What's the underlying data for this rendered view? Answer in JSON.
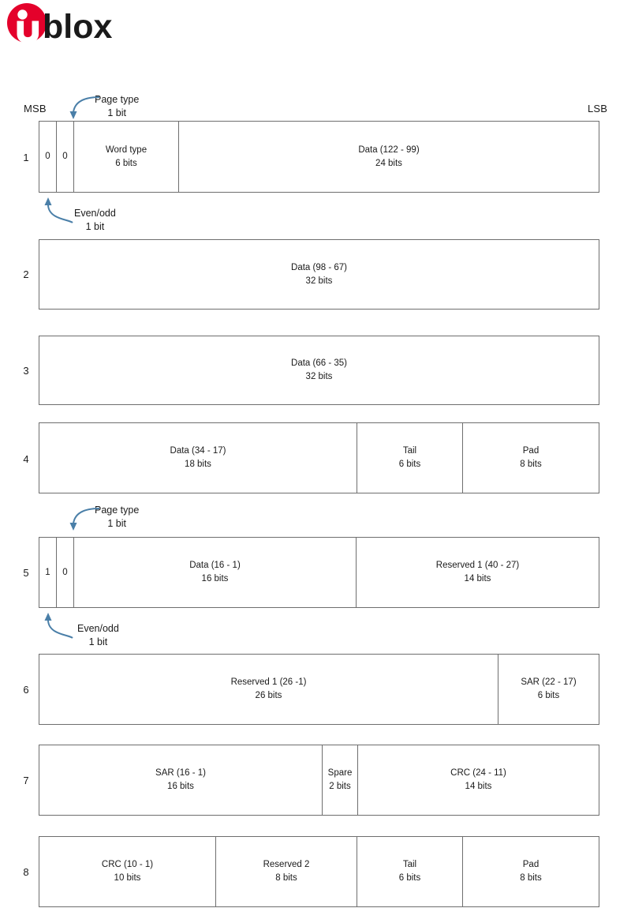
{
  "brand": {
    "name": "u-blox",
    "logo_mark_text": "u",
    "logo_word_text": "blox",
    "red": "#E4012B",
    "black": "#1A1A1A"
  },
  "diagram": {
    "title": "",
    "msb_label": "MSB",
    "lsb_label": "LSB",
    "border_color": "#6E6E6E",
    "arrow_color": "#4A7FA8",
    "callouts": [
      {
        "name": "page-type-top",
        "line1": "Page type",
        "line2": "1 bit"
      },
      {
        "name": "even-odd-top",
        "line1": "Even/odd",
        "line2": "1 bit"
      },
      {
        "name": "page-type-bottom",
        "line1": "Page type",
        "line2": "1 bit"
      },
      {
        "name": "even-odd-bottom",
        "line1": "Even/odd",
        "line2": "1 bit"
      }
    ],
    "rows": [
      {
        "index": "1",
        "cells": [
          {
            "l1": "0",
            "l2": ""
          },
          {
            "l1": "0",
            "l2": ""
          },
          {
            "l1": "Word type",
            "l2": "6 bits"
          },
          {
            "l1": "Data (122 - 99)",
            "l2": "24 bits"
          }
        ]
      },
      {
        "index": "2",
        "cells": [
          {
            "l1": "Data (98 - 67)",
            "l2": "32 bits"
          }
        ]
      },
      {
        "index": "3",
        "cells": [
          {
            "l1": "Data (66 - 35)",
            "l2": "32 bits"
          }
        ]
      },
      {
        "index": "4",
        "cells": [
          {
            "l1": "Data (34 - 17)",
            "l2": "18 bits"
          },
          {
            "l1": "Tail",
            "l2": "6 bits"
          },
          {
            "l1": "Pad",
            "l2": "8 bits"
          }
        ]
      },
      {
        "index": "5",
        "cells": [
          {
            "l1": "1",
            "l2": ""
          },
          {
            "l1": "0",
            "l2": ""
          },
          {
            "l1": "Data (16 - 1)",
            "l2": "16 bits"
          },
          {
            "l1": "Reserved 1 (40 - 27)",
            "l2": "14 bits"
          }
        ]
      },
      {
        "index": "6",
        "cells": [
          {
            "l1": "Reserved 1 (26 -1)",
            "l2": "26 bits"
          },
          {
            "l1": "SAR (22 - 17)",
            "l2": "6 bits"
          }
        ]
      },
      {
        "index": "7",
        "cells": [
          {
            "l1": "SAR (16 - 1)",
            "l2": "16 bits"
          },
          {
            "l1": "Spare",
            "l2": "2 bits"
          },
          {
            "l1": "CRC (24 - 11)",
            "l2": "14 bits"
          }
        ]
      },
      {
        "index": "8",
        "cells": [
          {
            "l1": "CRC (10 - 1)",
            "l2": "10 bits"
          },
          {
            "l1": "Reserved 2",
            "l2": "8 bits"
          },
          {
            "l1": "Tail",
            "l2": "6 bits"
          },
          {
            "l1": "Pad",
            "l2": "8 bits"
          }
        ]
      }
    ]
  }
}
